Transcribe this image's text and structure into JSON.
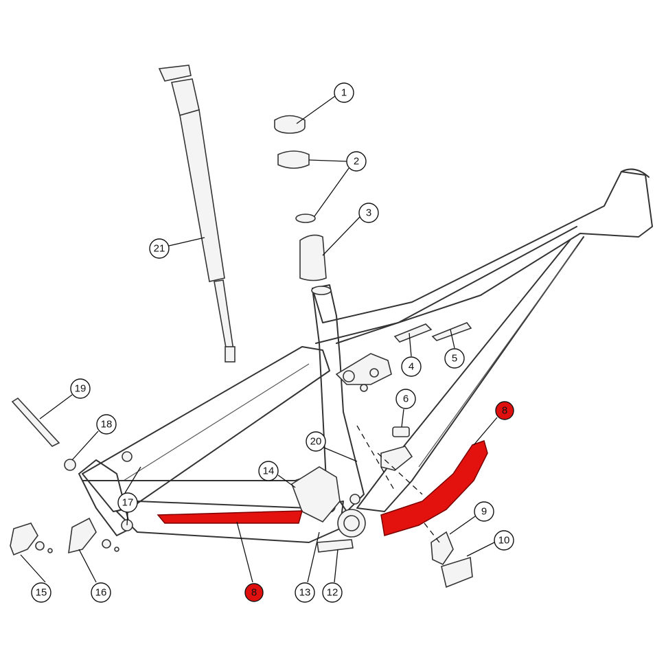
{
  "title": "Frame exploded parts diagram",
  "highlight_color": "#e3120f",
  "callouts": {
    "c1": "1",
    "c2": "2",
    "c3": "3",
    "c4": "4",
    "c5": "5",
    "c6": "6",
    "c8a": "8",
    "c8b": "8",
    "c9": "9",
    "c10": "10",
    "c12": "12",
    "c13": "13",
    "c14": "14",
    "c15": "15",
    "c16": "16",
    "c17": "17",
    "c18": "18",
    "c19": "19",
    "c20": "20",
    "c21": "21"
  }
}
